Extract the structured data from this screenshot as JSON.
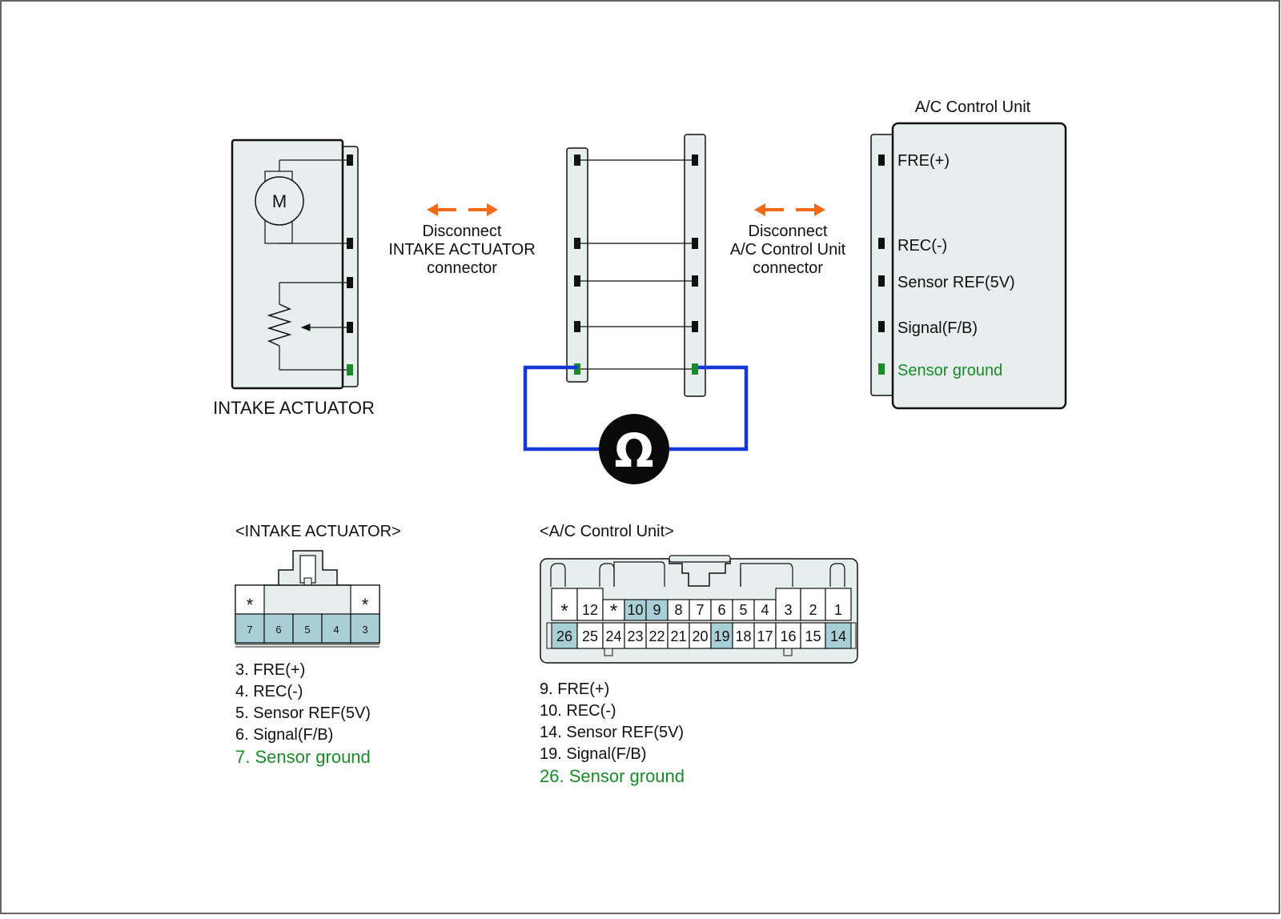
{
  "colors": {
    "panel": "#e6eeee",
    "highlight": "#a9cfd6",
    "green": "#1a8a2a",
    "orange": "#ef6a1a",
    "blue": "#1437d6",
    "outline": "#111111"
  },
  "diagram": {
    "actuator": {
      "title": "INTAKE ACTUATOR",
      "motor_label": "M"
    },
    "left_disconnect": [
      "Disconnect",
      "INTAKE ACTUATOR",
      "connector"
    ],
    "right_disconnect": [
      "Disconnect",
      "A/C Control Unit",
      "connector"
    ],
    "acu": {
      "title": "A/C Control Unit",
      "pins": [
        {
          "label": "FRE(+)",
          "color": "black"
        },
        {
          "label": "REC(-)",
          "color": "black"
        },
        {
          "label": "Sensor REF(5V)",
          "color": "black"
        },
        {
          "label": "Signal(F/B)",
          "color": "black"
        },
        {
          "label": "Sensor ground",
          "color": "green"
        }
      ]
    },
    "meter_icon": "ohmmeter-icon",
    "meter_symbol": "Ω"
  },
  "intake_connector": {
    "title": "<INTAKE ACTUATOR>",
    "top_row": [
      "*",
      "",
      "",
      "",
      "*"
    ],
    "bottom_row": [
      "7",
      "6",
      "5",
      "4",
      "3"
    ],
    "highlighted": [
      "7",
      "6",
      "5",
      "4",
      "3"
    ],
    "legend": [
      {
        "text": "3. FRE(+)",
        "color": "black"
      },
      {
        "text": "4. REC(-)",
        "color": "black"
      },
      {
        "text": "5. Sensor REF(5V)",
        "color": "black"
      },
      {
        "text": "6. Signal(F/B)",
        "color": "black"
      },
      {
        "text": "7. Sensor ground",
        "color": "green"
      }
    ]
  },
  "acu_connector": {
    "title": "<A/C Control Unit>",
    "top_row": [
      "*",
      "12",
      "*",
      "10",
      "9",
      "8",
      "7",
      "6",
      "5",
      "4",
      "3",
      "2",
      "1"
    ],
    "bottom_row": [
      "26",
      "25",
      "24",
      "23",
      "22",
      "21",
      "20",
      "19",
      "18",
      "17",
      "16",
      "15",
      "14"
    ],
    "highlighted": [
      "10",
      "9",
      "26",
      "19",
      "14"
    ],
    "legend": [
      {
        "text": "9. FRE(+)",
        "color": "black"
      },
      {
        "text": "10. REC(-)",
        "color": "black"
      },
      {
        "text": "14. Sensor REF(5V)",
        "color": "black"
      },
      {
        "text": "19. Signal(F/B)",
        "color": "black"
      },
      {
        "text": "26. Sensor ground",
        "color": "green"
      }
    ]
  }
}
